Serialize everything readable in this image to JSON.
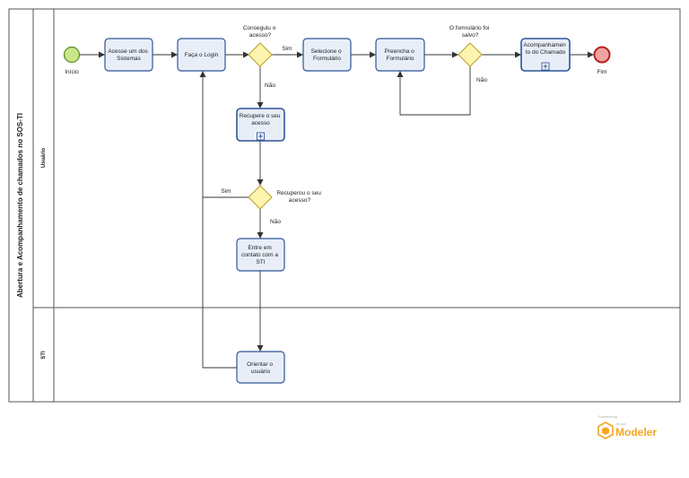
{
  "pool": {
    "title": "Abertura  e Acompanhamento de chamados no SOS-TI"
  },
  "lanes": [
    {
      "label": "Usuário"
    },
    {
      "label": "STI"
    }
  ],
  "events": {
    "start": "Início",
    "end": "Fim"
  },
  "tasks": {
    "acesse": [
      "Acesse um dos",
      "Sistemas"
    ],
    "login": [
      "Faça o Login"
    ],
    "selecione": [
      "Selecione o",
      "Formulário"
    ],
    "preencha": [
      "Preencha o",
      "Formulário"
    ],
    "acompanhamento": [
      "Acompanhamen",
      "to do Chamado"
    ],
    "recupere": [
      "Recupere o seu",
      "acesso"
    ],
    "contato": [
      "Entre em",
      "contato com a",
      "STI"
    ],
    "orientar": [
      "Orientar o",
      "usuário"
    ]
  },
  "gateways": {
    "login_ok": [
      "Conseguiu o",
      "acesso?"
    ],
    "form_saved": [
      "O fomrulário foi",
      "salvo?"
    ],
    "recovered": [
      "Recuperou o seu",
      "acesso?"
    ]
  },
  "flow_labels": {
    "login_yes": "Sim",
    "login_no": "Não",
    "saved_no": "Não",
    "recovered_yes": "Sim",
    "recovered_no": "Não"
  },
  "branding": {
    "powered_by": "Powered by",
    "vendor": "bizagi",
    "product": "Modeler",
    "color": "#f5a524"
  },
  "colors": {
    "task_fill": "#e8eef8",
    "task_stroke": "#2f5597",
    "start_fill": "#c8e68a",
    "start_stroke": "#5a8a1e",
    "end_fill": "#f1a3a3",
    "end_stroke": "#b82020",
    "gateway_fill": "#fdf4b0",
    "gateway_stroke": "#b8a020"
  }
}
